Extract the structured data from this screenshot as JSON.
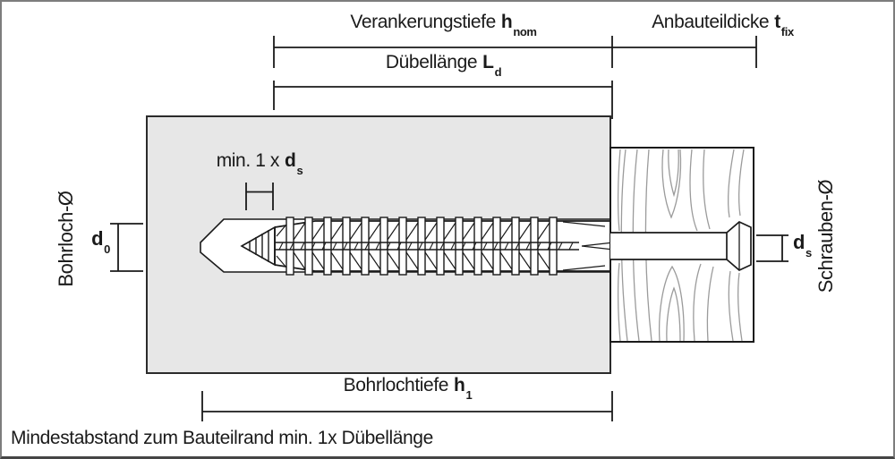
{
  "labels": {
    "anchoring_depth": {
      "text": "Verankerungstiefe",
      "symbol": "h",
      "subscript": "nom"
    },
    "attachment_thickness": {
      "text": "Anbauteildicke",
      "symbol": "t",
      "subscript": "fix"
    },
    "dowel_length": {
      "text": "Dübellänge",
      "symbol": "L",
      "subscript": "d"
    },
    "min_tip_distance": {
      "text": "min. 1 x",
      "symbol": "d",
      "subscript": "s"
    },
    "borehole_diameter": {
      "text": "Bohrloch-Ø"
    },
    "borehole_diameter_symbol": {
      "symbol": "d",
      "subscript": "0"
    },
    "screw_diameter": {
      "text": "Schrauben-Ø"
    },
    "screw_diameter_symbol": {
      "symbol": "d",
      "subscript": "s"
    },
    "borehole_depth": {
      "text": "Bohrlochtiefe",
      "symbol": "h",
      "subscript": "1"
    },
    "footnote": {
      "text": "Mindestabstand zum Bauteilrand min. 1x Dübellänge"
    }
  },
  "colors": {
    "line": "#1a1a1a",
    "base_block_fill": "#e7e7e7",
    "base_block_stroke": "#2b2b2b",
    "wood_grain": "#9b9b9b",
    "frame": "#7d7d7d"
  }
}
